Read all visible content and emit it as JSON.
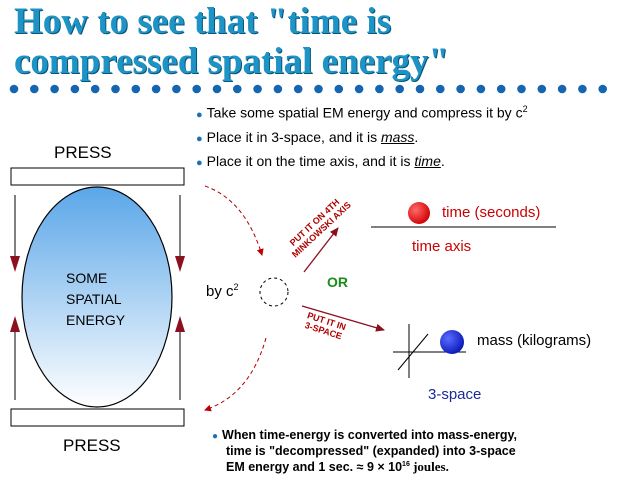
{
  "title": {
    "line1": "How to see that \"time is",
    "line2": "compressed spatial energy\""
  },
  "bullets": {
    "b1_text": "Take some spatial EM energy and compress it by c",
    "b1_sup": "2",
    "b2_text": "Place it in 3-space, and it is ",
    "b2_em": "mass",
    "b2_end": ".",
    "b3_text": "Place it on the time axis, and it is ",
    "b3_em": "time",
    "b3_end": "."
  },
  "press_top": "PRESS",
  "press_bottom": "PRESS",
  "energy": {
    "line1": "SOME",
    "line2": "SPATIAL",
    "line3": "ENERGY"
  },
  "by_c2": {
    "text": "by c",
    "sup": "2"
  },
  "or_label": "OR",
  "put_time": {
    "line1": "PUT IT ON 4TH",
    "line2": "MINKOWSKI AXIS"
  },
  "put_space": {
    "line1": "PUT IT IN",
    "line2": "3-SPACE"
  },
  "time_seconds": "time (seconds)",
  "time_axis": "time axis",
  "mass_kg": "mass (kilograms)",
  "three_space": "3-space",
  "bottom_note": {
    "line1": "When time-energy is converted into mass-energy,",
    "line2": "time  is \"decompressed\" (expanded) into 3-space",
    "line3_text": "EM energy and 1 sec.  ≈  9 × 10",
    "line3_sup": "16",
    "line3_unit": " joules."
  },
  "colors": {
    "title": "#1e93c6",
    "red_arrow": "#b00000",
    "time_sphere": "#e00000",
    "mass_sphere": "#1020d0",
    "dots": "#1565b0",
    "ellipse_top": "#5aa6e8",
    "ellipse_bottom": "#ffffff"
  }
}
